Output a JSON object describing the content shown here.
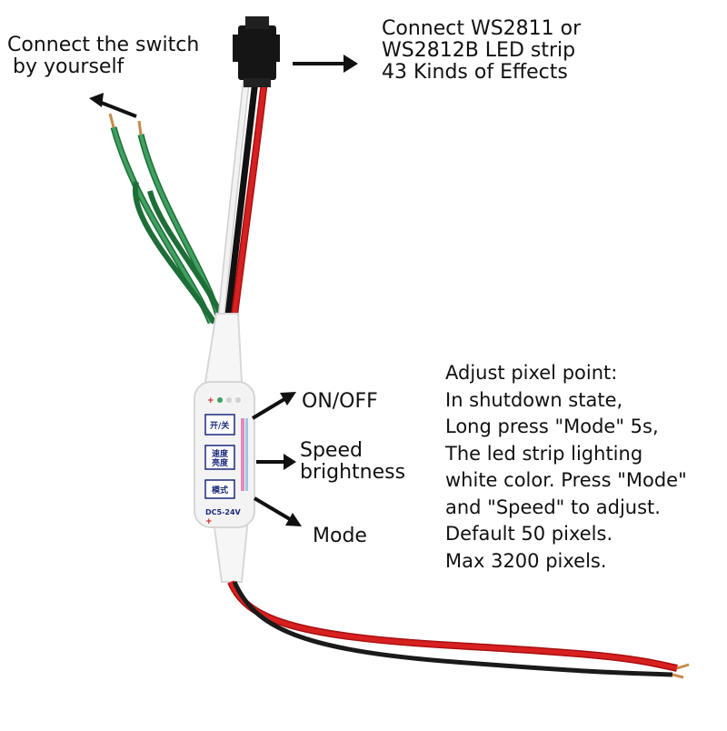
{
  "annotations": {
    "switch_note": [
      "Connect the switch",
      "by yourself"
    ],
    "strip_note": [
      "Connect WS2811 or",
      "WS2812B LED strip",
      "43 Kinds of Effects"
    ],
    "on_off": "ON/OFF",
    "speed": [
      "Speed",
      "brightness"
    ],
    "mode": "Mode",
    "pixel_note": [
      "Adjust pixel point:",
      "In shutdown state,",
      "Long press \"Mode\" 5s,",
      "The led strip lighting",
      "white color. Press \"Mode\"",
      "and \"Speed\" to adjust.",
      "Default 50 pixels.",
      "Max 3200 pixels."
    ]
  },
  "controller": {
    "button_onoff": "开/关",
    "button_speed_line1": "速度",
    "button_speed_line2": "亮度",
    "button_mode": "模式",
    "voltage": "DC5-24V"
  },
  "colors": {
    "wire_red": "#d01818",
    "wire_green": "#2e8a4a",
    "wire_black": "#1a1a1a",
    "wire_white": "#e8e8e8",
    "connector": "#151515",
    "controller_body": "#f4f4f4",
    "button_ink": "#1a2a7a"
  }
}
